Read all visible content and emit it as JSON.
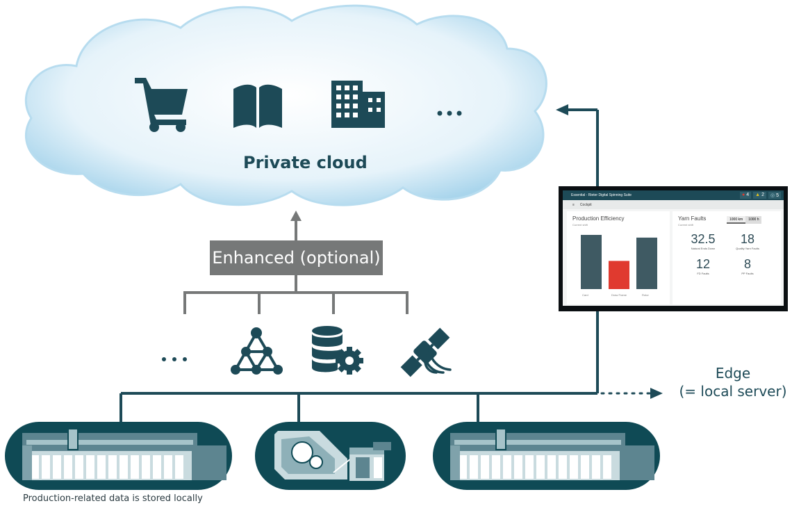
{
  "cloud": {
    "label": "Private cloud",
    "icons": [
      "shopping-cart-icon",
      "book-icon",
      "building-icon",
      "more-icon"
    ],
    "more_text": "..."
  },
  "enhanced": {
    "label": "Enhanced (optional)"
  },
  "services": {
    "more_text": "...",
    "icons": [
      "network-icon",
      "database-gear-icon",
      "satellite-icon"
    ]
  },
  "edge": {
    "line1": "Edge",
    "line2": "(= local server)"
  },
  "footnote": "Production-related data is stored locally",
  "colors": {
    "dark_teal": "#1d4a57",
    "grey": "#767878",
    "machine_bg": "#0f4a55",
    "alert_red": "#e03a2f"
  },
  "dashboard": {
    "app_title": "Essential - Rieter Digital Spinning Suite",
    "badges": [
      {
        "icon": "●",
        "value": "4"
      },
      {
        "icon": "▲",
        "value": "2"
      },
      {
        "icon": "◎",
        "value": "5"
      }
    ],
    "breadcrumb": "Cockpit",
    "production_efficiency": {
      "title": "Production Efficiency",
      "subtitle": "Current shift",
      "bars": [
        {
          "label": "Card",
          "value": 1.0,
          "color": "#3f5a63"
        },
        {
          "label": "Draw Frame",
          "value": 0.52,
          "color": "#e03a2f"
        },
        {
          "label": "Rotor",
          "value": 0.95,
          "color": "#3f5a63"
        }
      ]
    },
    "yarn_faults": {
      "title": "Yarn Faults",
      "subtitle": "Current shift",
      "toggle": [
        "1000 km",
        "1000 h"
      ],
      "metrics": [
        {
          "value": "32.5",
          "label": "Natural Ends Down"
        },
        {
          "value": "18",
          "label": "Quality Yarn Faults"
        },
        {
          "value": "12",
          "label": "FD Faults"
        },
        {
          "value": "8",
          "label": "PP Faults"
        }
      ]
    }
  }
}
